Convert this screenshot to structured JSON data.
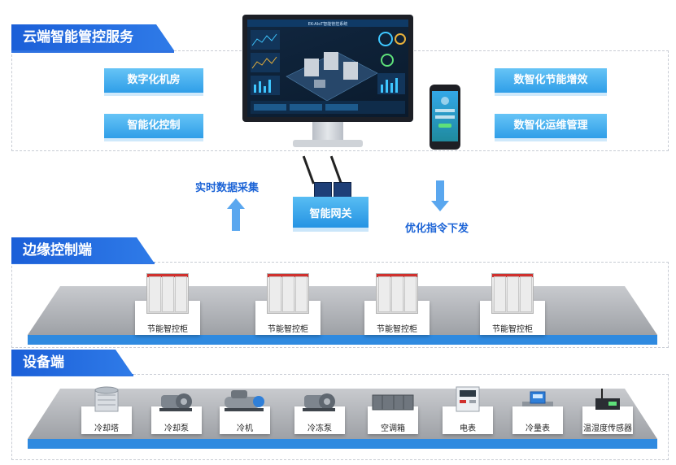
{
  "cloud": {
    "title": "云端智能管控服务",
    "left_items": [
      "数字化机房",
      "智能化控制"
    ],
    "right_items": [
      "数智化节能增效",
      "数智化运维管理"
    ],
    "screen_title": "EK-AIoT智能管控系统"
  },
  "flow": {
    "up_label": "实时数据采集",
    "gateway_label": "智能网关",
    "down_label": "优化指令下发"
  },
  "edge": {
    "title": "边缘控制端",
    "cabinets": [
      "节能智控柜",
      "节能智控柜",
      "节能智控柜",
      "节能智控柜"
    ]
  },
  "equipment": {
    "title": "设备端",
    "devices": [
      "冷却塔",
      "冷却泵",
      "冷机",
      "冷冻泵",
      "空调箱",
      "电表",
      "冷量表",
      "温湿度传感器"
    ]
  },
  "colors": {
    "accent_blue": "#1b5fd8",
    "pill_blue": "#2f9ee8",
    "label_blue": "#1b63d6",
    "platform_front": "#2f8ae0"
  }
}
